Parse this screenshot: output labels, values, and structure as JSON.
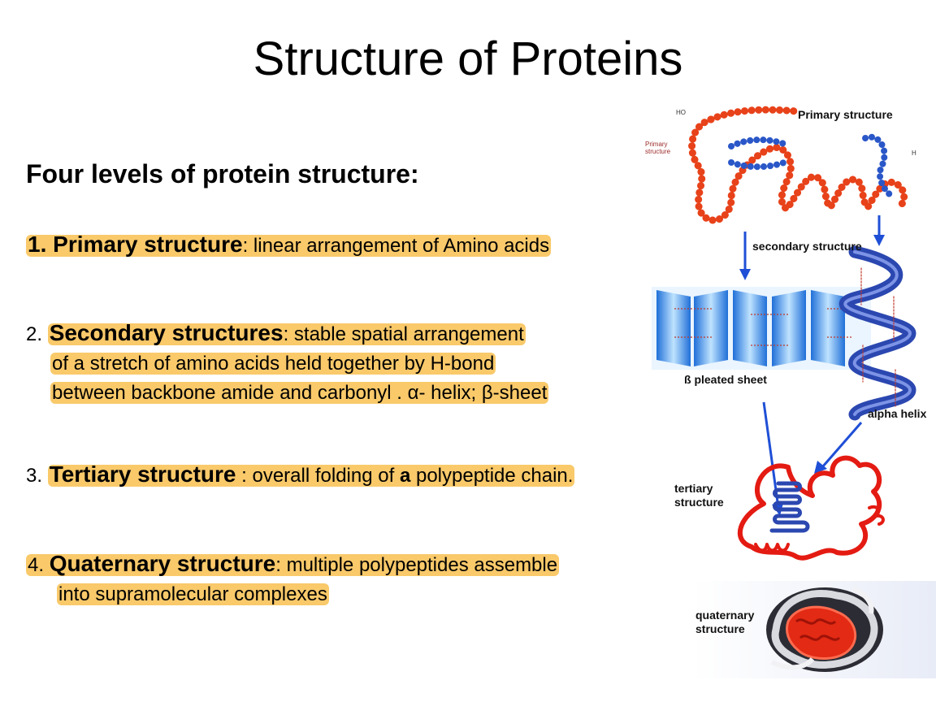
{
  "slide": {
    "title": "Structure of Proteins",
    "subtitle": "Four levels of protein structure:"
  },
  "items": [
    {
      "num": "1.  ",
      "term": "Primary structure",
      "desc": ": linear arrangement of Amino acids"
    },
    {
      "num": "2. ",
      "term": "Secondary structures",
      "desc": ": stable spatial arrangement",
      "line2": "of a stretch of amino acids held together by H-bond",
      "line3": "between backbone amide and carbonyl . α- helix; β-sheet"
    },
    {
      "num": "3. ",
      "term": "Tertiary structure",
      "desc1": " : overall folding of ",
      "bold_a": "a",
      "desc2": " polypeptide chain."
    },
    {
      "num": "4. ",
      "term": "Quaternary structure",
      "desc": ": multiple polypeptides assemble",
      "line2": "into supramolecular complexes"
    }
  ],
  "figure": {
    "primary_label": "Primary structure",
    "primary_small": "Primary structure",
    "secondary_label": "secondary structure",
    "pleated_label": "ß pleated sheet",
    "alpha_label": "alpha helix",
    "tertiary_label": "tertiary structure",
    "quaternary_label": "quaternary structure",
    "ho_label": "HO",
    "h_label": "H"
  },
  "colors": {
    "highlight": "#f9c96a",
    "bead_red": "#e8421a",
    "bead_blue": "#2a57c8",
    "arrow_blue": "#1f4fd6",
    "ribbon_red": "#e41b12",
    "helix_blue": "#2b47b0"
  }
}
